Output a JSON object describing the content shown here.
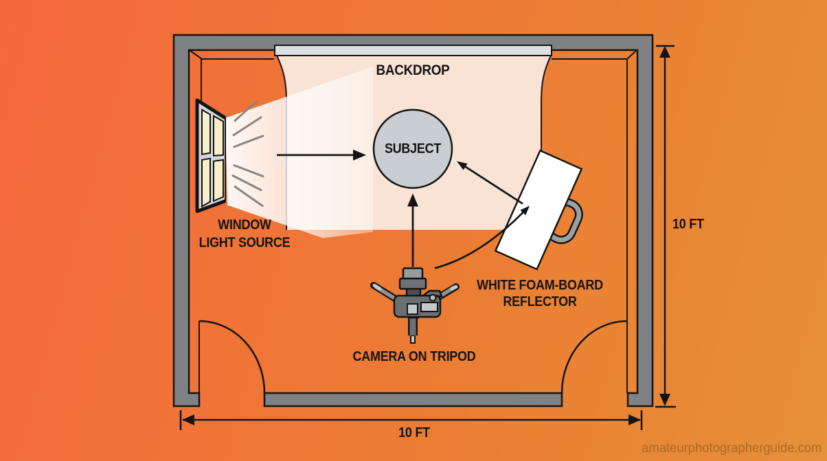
{
  "diagram": {
    "labels": {
      "backdrop": "BACKDROP",
      "subject": "SUBJECT",
      "window_light_source": {
        "line1": "WINDOW",
        "line2": "LIGHT SOURCE"
      },
      "reflector": {
        "line1": "WHITE FOAM-BOARD",
        "line2": "REFLECTOR"
      },
      "camera": "CAMERA ON TRIPOD",
      "dimension_right": "10 FT",
      "dimension_bottom": "10 FT"
    },
    "watermark": "amateurphotographerguide.com",
    "icons": {
      "window": "window-icon",
      "light_rays": "light-rays-icon",
      "camera": "camera-on-tripod-icon",
      "reflector": "foam-board-reflector-icon",
      "subject": "subject-circle",
      "door": "door-swing-arc",
      "dimension_arrows": "dimension-arrow-icon"
    },
    "colors": {
      "background_left": "#f5683d",
      "background_mid": "#ec7c33",
      "background_right": "#e69038",
      "wall_gray": "#7f8184",
      "backdrop_bar_gray": "#dde0e3",
      "backdrop_cream": "#f9e3d4",
      "beam_white": "#ffffff",
      "subject_gray": "#c9ced3",
      "window_frame_gray": "#d3d6da",
      "pane_yellow": "#f8f0c9",
      "ray_gray": "#86867f",
      "reflector_white": "#ffffff",
      "handle_gray": "#9ba0a3",
      "camera_body_gray": "#6b6f72",
      "outline_black": "#141414",
      "watermark_brown": "#9c6426"
    }
  }
}
